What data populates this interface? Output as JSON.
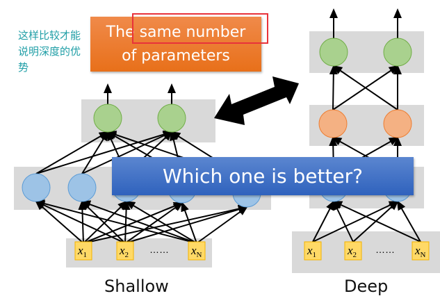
{
  "note": "这样比较才能说明深度的优势",
  "orange_box": {
    "line1": "The same number",
    "line2": "of parameters"
  },
  "question": "Which one is better?",
  "shallow": {
    "label": "Shallow",
    "inputs": [
      {
        "var": "x",
        "sub": "1"
      },
      {
        "var": "x",
        "sub": "2"
      },
      {
        "var": "x",
        "sub": "N"
      }
    ],
    "ellipsis": "……"
  },
  "deep": {
    "label": "Deep",
    "inputs": [
      {
        "var": "x",
        "sub": "1"
      },
      {
        "var": "x",
        "sub": "2"
      },
      {
        "var": "x",
        "sub": "N"
      }
    ],
    "ellipsis": "……"
  },
  "colors": {
    "output_node": "#a9d18e",
    "deep_hidden2": "#f4b183",
    "hidden_node": "#9dc3e6",
    "input_box": "#ffd966",
    "band": "#d9d9d9"
  }
}
